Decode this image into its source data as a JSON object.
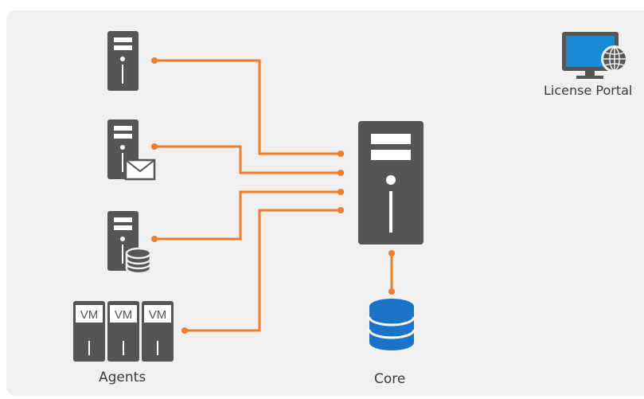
{
  "labels": {
    "agents": "Agents",
    "core": "Core",
    "license_portal": "License Portal"
  },
  "vm_label": "VM",
  "colors": {
    "background": "#f0f0f0",
    "server": "#555555",
    "connector": "#f07d2a",
    "database": "#1a73c8",
    "monitor": "#1a8ad4"
  },
  "icons": {
    "agent_1": "server-icon",
    "agent_2": "mail-server-icon",
    "agent_3": "database-server-icon",
    "agent_4": "vm-hosts-icon",
    "core": "core-server-icon",
    "repository": "database-icon",
    "license_portal": "monitor-globe-icon"
  }
}
